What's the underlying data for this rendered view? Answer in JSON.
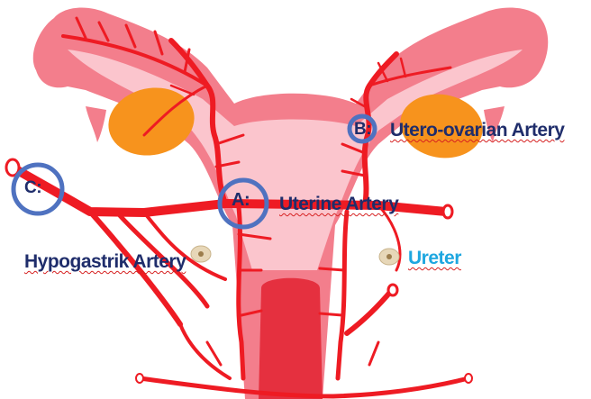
{
  "labels": {
    "b_marker": "B:",
    "utero_ovarian": "Utero-ovarian Artery",
    "a_marker": "A:",
    "uterine": "Uterine Artery",
    "c_marker": "C:",
    "hypogastric": "Hypogastrik Artery",
    "ureter": "Ureter"
  },
  "colors": {
    "uterus_pink": "#f37e8c",
    "inner_pink": "#fbc5cd",
    "cervix_red": "#e5303f",
    "artery_red": "#ee1b23",
    "ovary_orange": "#f7931d",
    "circle_blue": "#4f72c0",
    "label_navy": "#1f2d6b",
    "ureter_blue": "#1ea7e0",
    "spellcheck_red": "#d62020",
    "ureter_tan": "#e7d7b8"
  }
}
